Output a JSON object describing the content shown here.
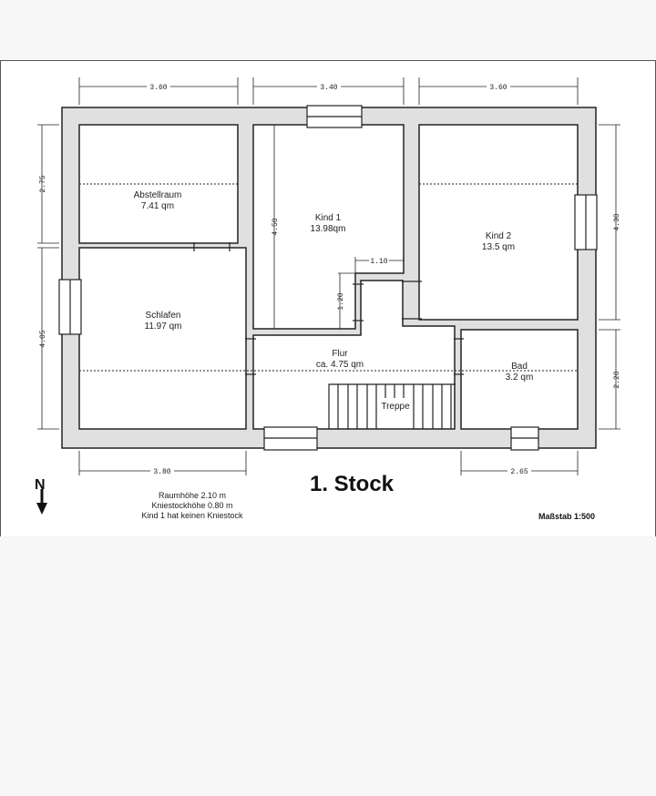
{
  "plan": {
    "title": "1. Stock",
    "scale_label": "Maßstab 1:500",
    "notes": [
      "Raumhöhe 2.10 m",
      "Kniestockhöhe 0.80 m",
      "Kind 1 hat keinen Kniestock"
    ],
    "north_arrow": "N",
    "colors": {
      "wall_fill": "#e0e0e0",
      "line": "#222222",
      "page_bg": "#f7f7f7"
    }
  },
  "rooms": [
    {
      "name": "Abstellraum",
      "area": "7.41 qm"
    },
    {
      "name": "Kind 1",
      "area": "13.98qm"
    },
    {
      "name": "Kind 2",
      "area": "13.5 qm"
    },
    {
      "name": "Schlafen",
      "area": "11.97 qm"
    },
    {
      "name": "Flur",
      "area": "ca. 4.75 qm"
    },
    {
      "name": "Bad",
      "area": "3.2 qm"
    },
    {
      "name": "Treppe",
      "area": ""
    }
  ],
  "dimensions": {
    "top_left": "3.60",
    "top_mid": "3.40",
    "top_right": "3.60",
    "left_upper": "2.75",
    "left_lower": "4.05",
    "right_upper": "4.30",
    "right_lower": "2.20",
    "kind1_height": "4.50",
    "kind1_notch_w": "1.10",
    "kind1_notch_h": "1.20",
    "bottom_left": "3.80",
    "bottom_right": "2.65"
  }
}
